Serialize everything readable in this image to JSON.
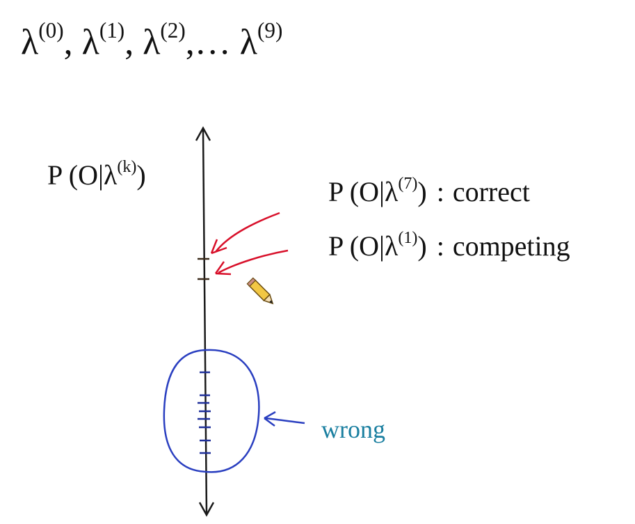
{
  "sequence": {
    "lambda": "λ",
    "sup0": "(0)",
    "sep1": ", ",
    "sup1": "(1)",
    "sep2": ", ",
    "sup2": "(2)",
    "sep3": ",… ",
    "sup9": "(9)"
  },
  "axis_label": {
    "prefix": "P (O|λ",
    "sup": "(k)",
    "suffix": ")"
  },
  "correct": {
    "prefix": "P (O|λ",
    "sup": "(7)",
    "suffix": ")",
    "colon": ":",
    "word": "correct"
  },
  "competing": {
    "prefix": "P (O|λ",
    "sup": "(1)",
    "suffix": ")",
    "colon": ":",
    "word": "competing"
  },
  "wrong": {
    "word": "wrong"
  },
  "colors": {
    "axis": "#1a1a1a",
    "arrows_red": "#d8102a",
    "circle_blue": "#2a3fc0",
    "wrong_text": "#1a7fa0"
  },
  "icons": [
    "pencil-cursor-icon"
  ]
}
